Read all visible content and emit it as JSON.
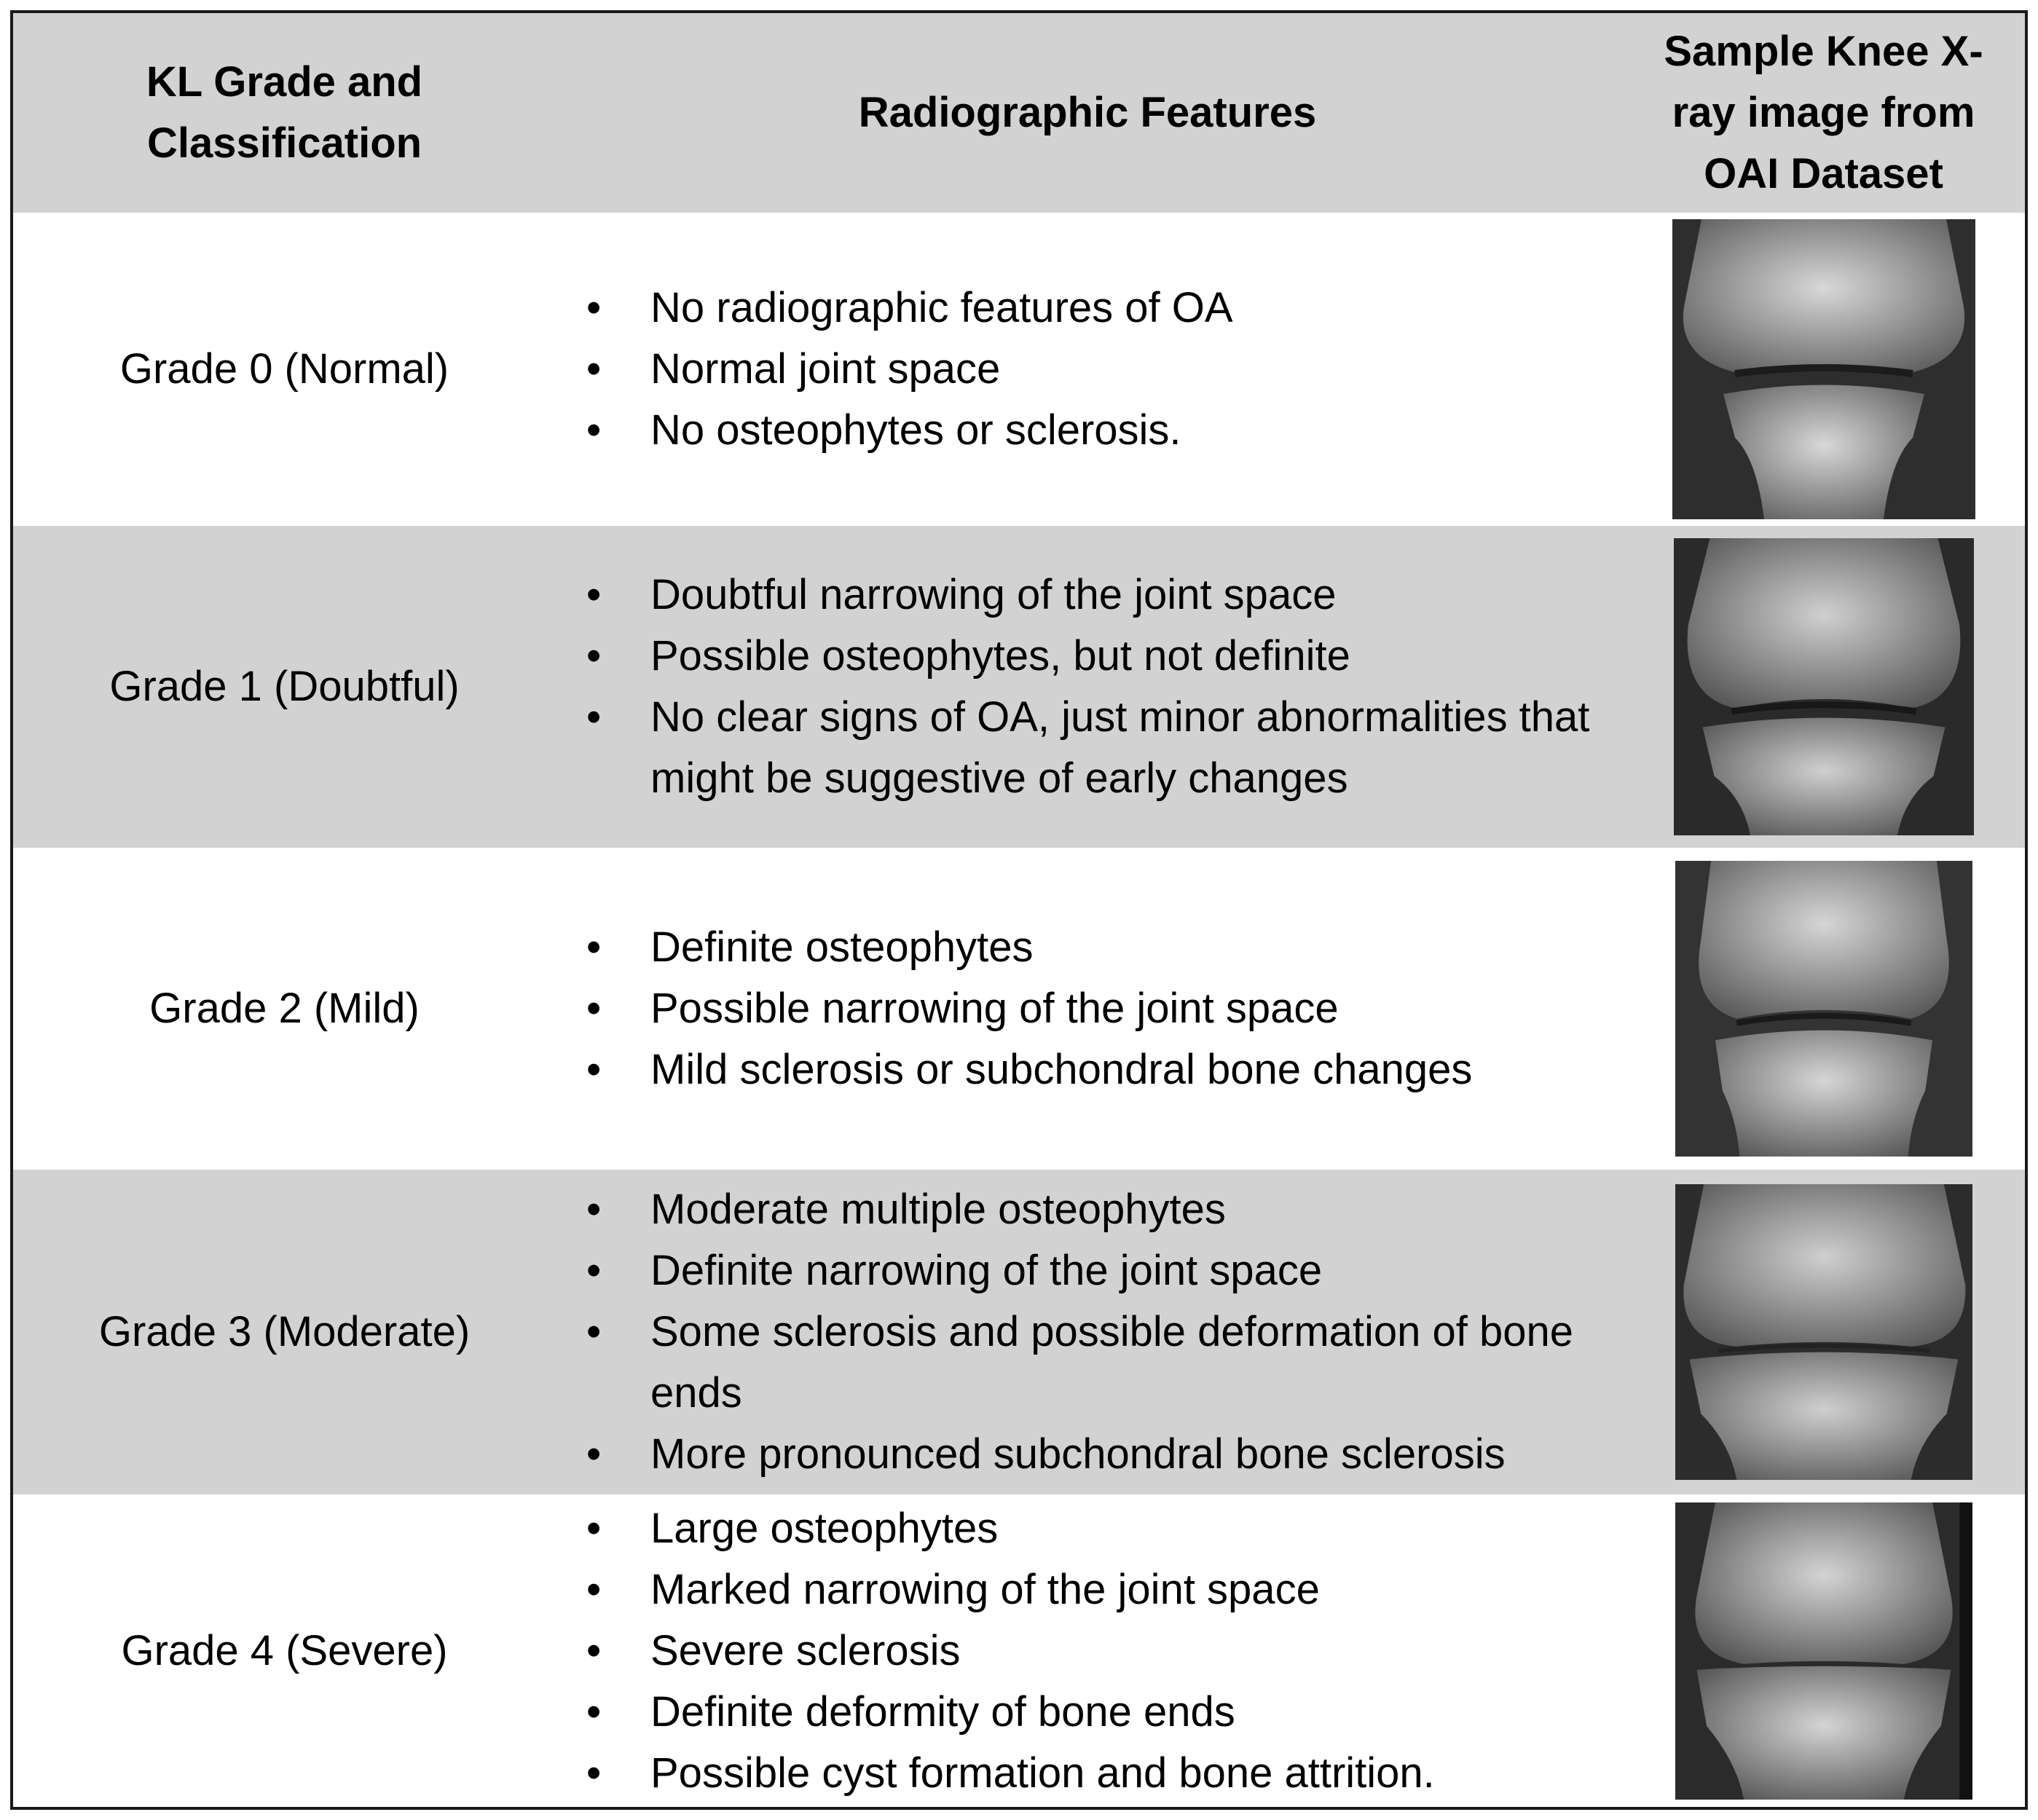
{
  "header": {
    "col1": [
      "KL Grade and",
      "Classification"
    ],
    "col2": "Radiographic Features",
    "col3": [
      "Sample Knee X-",
      "ray image from",
      "OAI Dataset"
    ]
  },
  "rows": [
    {
      "grade": "Grade 0 (Normal)",
      "features": [
        "No radiographic features of OA",
        "Normal joint space",
        "No osteophytes or sclerosis."
      ],
      "image": "knee-xray-grade-0"
    },
    {
      "grade": "Grade 1 (Doubtful)",
      "features": [
        "Doubtful narrowing of the joint space",
        "Possible osteophytes, but not definite",
        "No clear signs of OA, just minor abnormalities that might be suggestive of early changes"
      ],
      "image": "knee-xray-grade-1"
    },
    {
      "grade": "Grade 2 (Mild)",
      "features": [
        "Definite osteophytes",
        "Possible narrowing of the joint space",
        "Mild sclerosis or subchondral bone changes"
      ],
      "image": "knee-xray-grade-2"
    },
    {
      "grade": "Grade 3 (Moderate)",
      "features": [
        "Moderate multiple osteophytes",
        "Definite narrowing of the joint space",
        "Some sclerosis and possible deformation of bone ends",
        "More pronounced subchondral bone sclerosis"
      ],
      "image": "knee-xray-grade-3"
    },
    {
      "grade": "Grade 4 (Severe)",
      "features": [
        "Large osteophytes",
        "Marked narrowing of the joint space",
        "Severe sclerosis",
        "Definite deformity of bone ends",
        "Possible cyst formation and bone attrition."
      ],
      "image": "knee-xray-grade-4"
    }
  ]
}
